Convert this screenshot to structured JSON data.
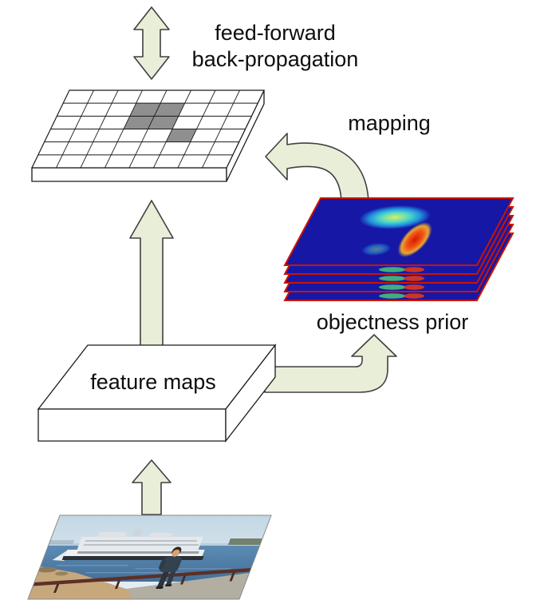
{
  "labels": {
    "feed_forward": "feed-forward",
    "back_propagation": "back-propagation",
    "mapping": "mapping",
    "objectness_prior": "objectness prior",
    "feature_maps": "feature maps"
  },
  "colors": {
    "background": "#ffffff",
    "arrow_fill": "#e9eed9",
    "arrow_stroke": "#404040",
    "outline": "#1a1a1a",
    "grid_cell_gray": "#8f8f8f",
    "heatmap_bg": "#1717a6",
    "heatmap_border": "#cc1400",
    "blob_hot_core": "#d81800",
    "blob_hot_mid": "#f05818",
    "blob_hot_edge": "#e8a830",
    "blob_cool_core": "#d8f060",
    "blob_cool_mid": "#50d8c8",
    "blob_cool_edge": "#2090e0",
    "sliver_green": "#48c878",
    "sliver_red": "#e03818"
  },
  "grid": {
    "rows": 6,
    "cols": 8,
    "gray_cells": [
      [
        1,
        3
      ],
      [
        1,
        4
      ],
      [
        2,
        3
      ],
      [
        2,
        4
      ],
      [
        3,
        5
      ]
    ]
  },
  "objectness": {
    "layer_count": 5
  }
}
